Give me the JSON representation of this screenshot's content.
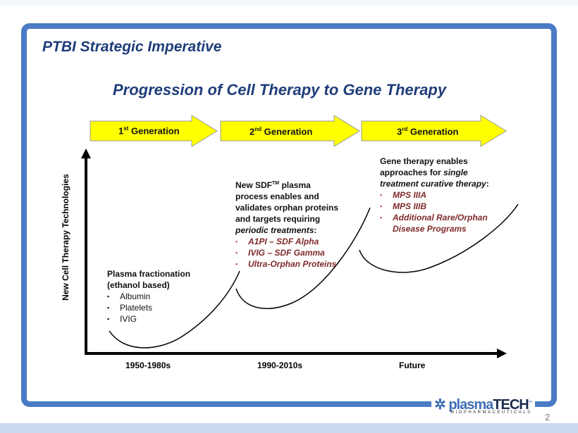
{
  "title": "PTBI Strategic Imperative",
  "subtitle": "Progression of Cell Therapy to Gene Therapy",
  "generations": [
    {
      "num": "1",
      "sup": "st",
      "label": "Generation"
    },
    {
      "num": "2",
      "sup": "nd",
      "label": "Generation"
    },
    {
      "num": "3",
      "sup": "rd",
      "label": "Generation"
    }
  ],
  "y_axis_label": "New Cell Therapy Technologies",
  "x_labels": [
    "1950-1980s",
    "1990-2010s",
    "Future"
  ],
  "gen1": {
    "heading_lines": [
      "Plasma fractionation",
      "(ethanol based)"
    ],
    "items": [
      "Albumin",
      "Platelets",
      "IVIG"
    ]
  },
  "gen2": {
    "line1": "New SDF",
    "tm": "TM",
    "line1b": " plasma",
    "lines": [
      "process enables and",
      "validates orphan proteins",
      "and targets requiring"
    ],
    "italic_line": "periodic treatments",
    "items": [
      "A1PI – SDF Alpha",
      "IVIG – SDF Gamma",
      "Ultra-Orphan Proteins"
    ]
  },
  "gen3": {
    "line1": "Gene therapy enables",
    "line2a": "approaches for ",
    "line2b": "single",
    "line3": "treatment curative therapy",
    "items": [
      "MPS IIIA",
      "MPS IIIB",
      "Additional Rare/Orphan Disease Programs"
    ]
  },
  "logo": {
    "main_a": "plasma",
    "main_b": "TECH",
    "tm": "™",
    "sub": "BIOPHARMACEUTICALS"
  },
  "page_number": "2",
  "colors": {
    "frame": "#4a7bc4",
    "title": "#1f3d7a",
    "arrow": "#ffff00",
    "bullet_text": "#7f2a2a"
  }
}
